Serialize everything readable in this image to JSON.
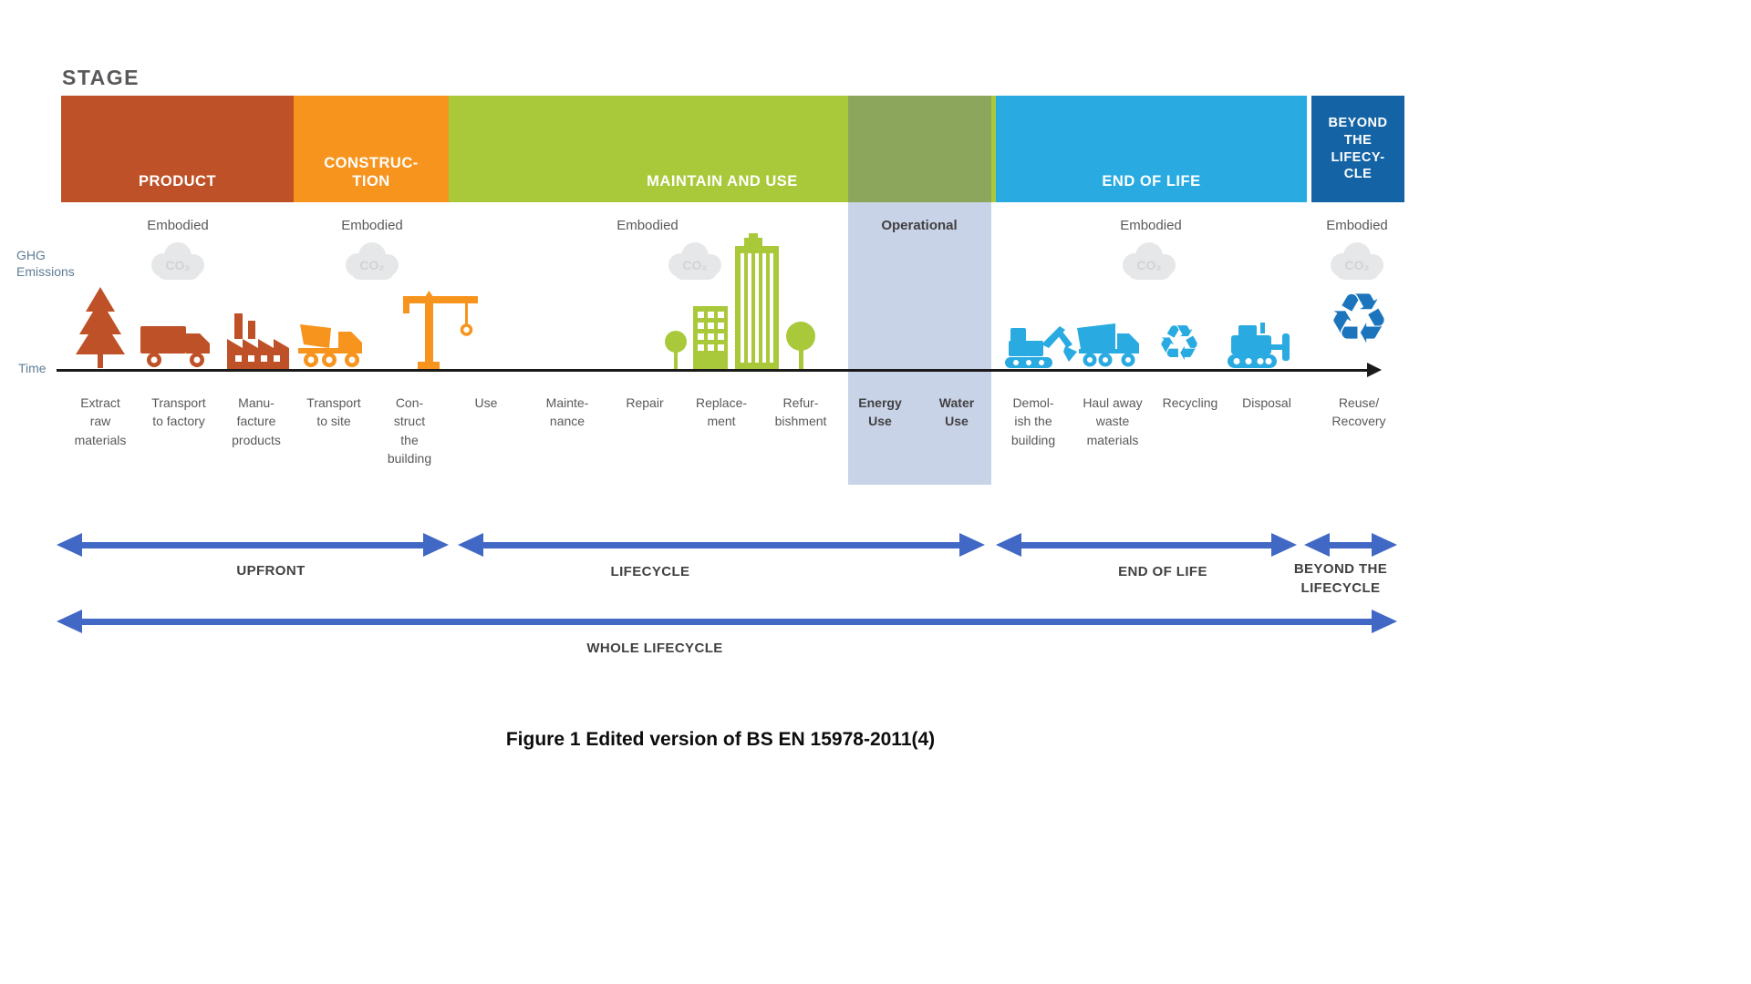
{
  "heading": "STAGE",
  "caption": "Figure 1 Edited version of BS EN 15978-2011(4)",
  "axis": {
    "time": "Time",
    "ghg": "GHG\nEmissions",
    "co2": "CO₂"
  },
  "stages": [
    {
      "label": "PRODUCT",
      "color": "#BE5127"
    },
    {
      "label": "CONSTRUC-\nTION",
      "color": "#F7941E"
    },
    {
      "label": "MAINTAIN AND USE",
      "color": "#A9C93A"
    },
    {
      "label": "END OF LIFE",
      "color": "#29ABE2"
    },
    {
      "label": "BEYOND\nTHE\nLIFECY-\nCLE",
      "color": "#1464A5"
    }
  ],
  "operational_zone": {
    "band_color": "#8CA65C",
    "overlay_color": "#C9D3E7"
  },
  "emissions": [
    "Embodied",
    "Embodied",
    "Embodied",
    "Operational",
    "Embodied",
    "Embodied"
  ],
  "activities": [
    "Extract\nraw\nmaterials",
    "Transport\nto factory",
    "Manu-\nfacture\nproducts",
    "Transport\nto site",
    "Con-\nstruct\nthe\nbuilding",
    "Use",
    "Mainte-\nnance",
    "Repair",
    "Replace-\nment",
    "Refur-\nbishment",
    "Energy\nUse",
    "Water\nUse",
    "Demol-\nish the\nbuilding",
    "Haul away\nwaste\nmaterials",
    "Recycling",
    "Disposal",
    "Reuse/\nRecovery"
  ],
  "phases": [
    "UPFRONT",
    "LIFECYCLE",
    "END OF LIFE",
    "BEYOND THE\nLIFECYCLE",
    "WHOLE LIFECYCLE"
  ],
  "icons": {
    "recycle_glyph": "♻",
    "names": [
      "tree-icon",
      "truck-icon",
      "factory-icon",
      "mixer-truck-icon",
      "crane-icon",
      "city-buildings-icon",
      "excavator-icon",
      "dump-truck-icon",
      "recycling-icon",
      "bulldozer-icon",
      "reuse-recycling-icon",
      "co2-cloud-icon"
    ]
  },
  "colors": {
    "product": "#BE5127",
    "construction": "#F7941E",
    "maintain_and_use": "#A9C93A",
    "operational_band": "#8CA65C",
    "operational_overlay": "#C9D3E7",
    "end_of_life": "#29ABE2",
    "beyond_lifecycle": "#1464A5",
    "phase_arrow": "#4168C4",
    "co2_cloud": "#E6E7E8",
    "text_gray": "#58595B"
  }
}
